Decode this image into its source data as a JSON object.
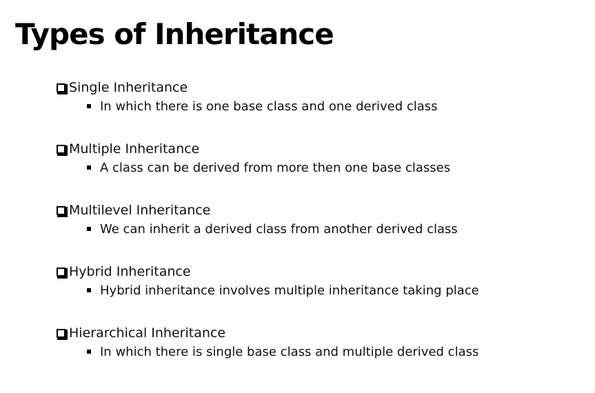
{
  "slide": {
    "title": "Types of Inheritance",
    "items": [
      {
        "heading": "Single Inheritance",
        "detail": "In which there is one base class and one derived class"
      },
      {
        "heading": "Multiple Inheritance",
        "detail": "A class can be derived from more then one base classes"
      },
      {
        "heading": "Multilevel Inheritance",
        "detail": "We can inherit a derived class from another derived class"
      },
      {
        "heading": "Hybrid Inheritance",
        "detail": "Hybrid inheritance involves multiple inheritance taking place"
      },
      {
        "heading": "Hierarchical Inheritance",
        "detail": "In which there is single base class and multiple derived class"
      }
    ],
    "icons": {
      "heading_bullet": "checkbox-icon",
      "detail_bullet": "square-bullet-icon"
    }
  }
}
